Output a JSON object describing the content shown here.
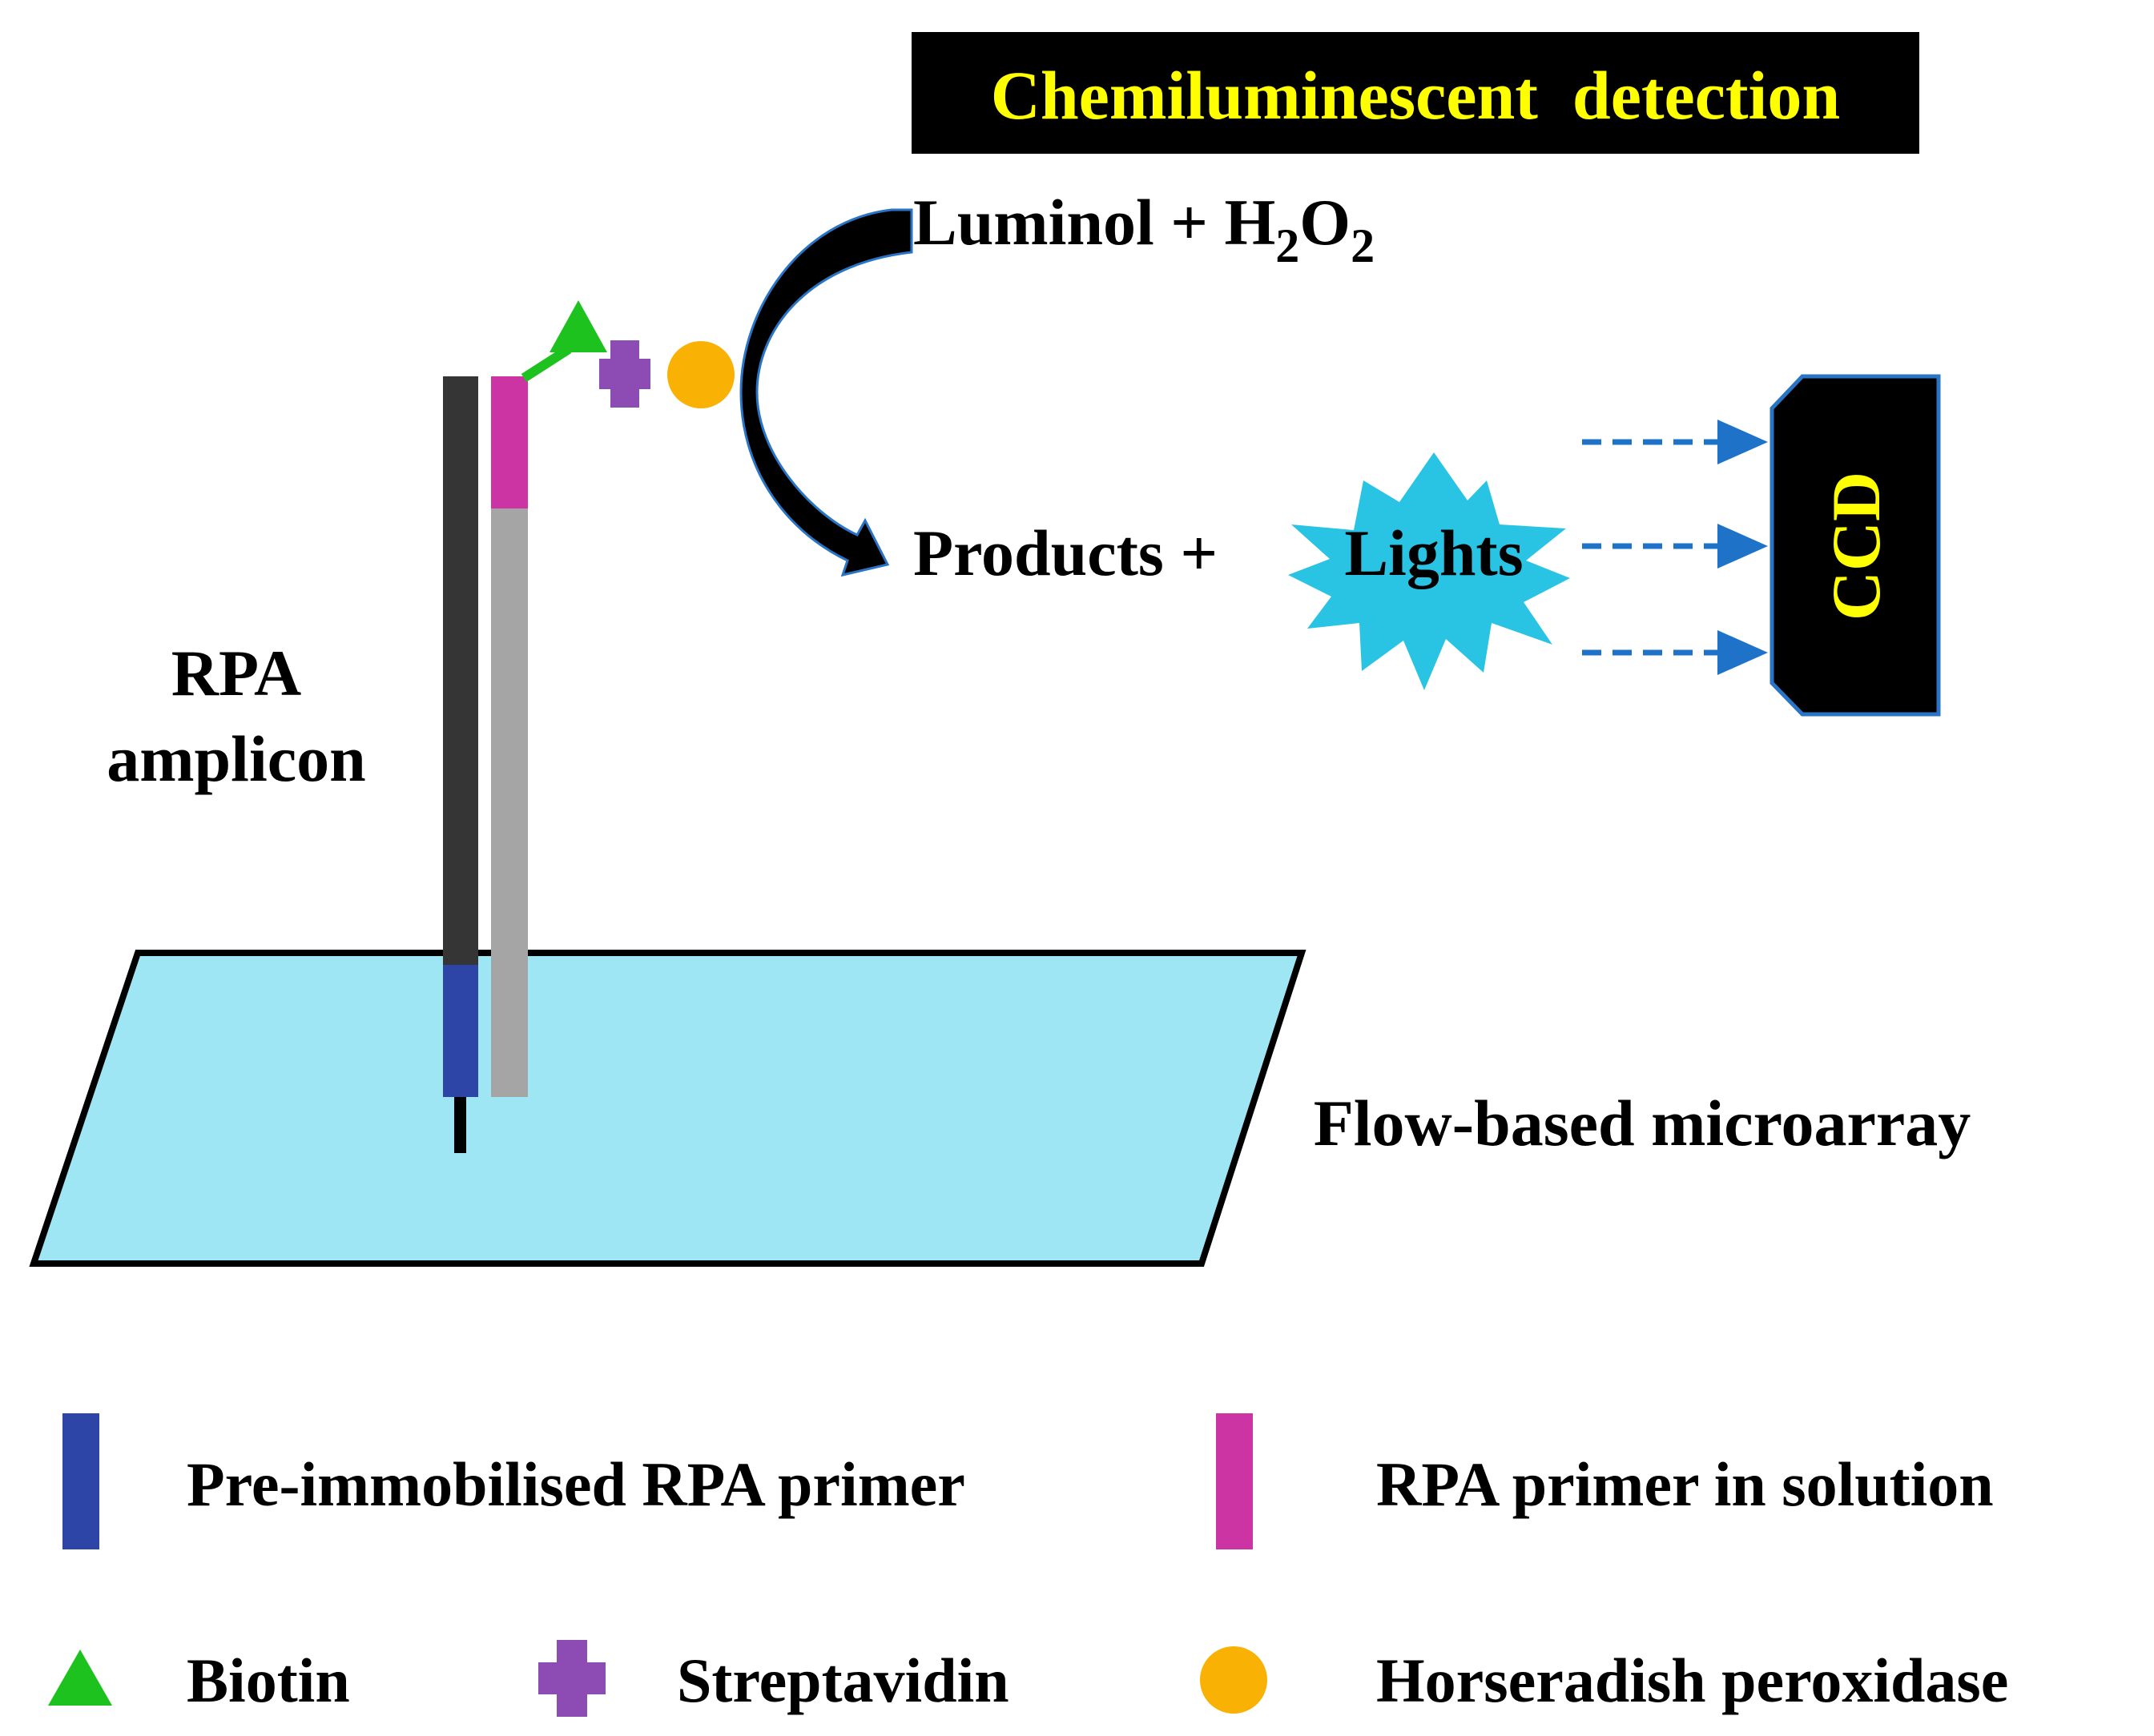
{
  "header": {
    "title": "Chemiluminescent  detection"
  },
  "reaction": {
    "reactants_prefix": "Luminol + H",
    "reactants_sub1": "2",
    "reactants_mid": "O",
    "reactants_sub2": "2",
    "products": "Products +",
    "lights": "Lights"
  },
  "detector": {
    "label": "CCD"
  },
  "labels": {
    "amplicon_line1": "RPA",
    "amplicon_line2": "amplicon",
    "microarray": "Flow-based microarray"
  },
  "legend": {
    "row1": [
      {
        "label": "Pre-immobilised RPA primer",
        "icon": "blue-bar"
      },
      {
        "label": "RPA primer in solution",
        "icon": "magenta-bar"
      }
    ],
    "row2": [
      {
        "label": "Biotin",
        "icon": "green-triangle"
      },
      {
        "label": "Streptavidin",
        "icon": "purple-cross"
      },
      {
        "label": "Horseradish peroxidase",
        "icon": "orange-circle"
      }
    ]
  },
  "colors": {
    "header_bg": "#000000",
    "header_text": "#ffff00",
    "microarray_fill": "#9ee6f4",
    "strand_dark": "#353535",
    "strand_light": "#a5a5a5",
    "immobilised_primer": "#2e45a8",
    "solution_primer": "#cc33a3",
    "biotin": "#1ec21e",
    "streptavidin": "#8d4cb3",
    "hrp": "#f9b104",
    "lights": "#29c3e3",
    "arrow_dashed": "#1e73c9",
    "ccd_body": "#000000",
    "ccd_outline": "#2a74c6",
    "ccd_text": "#ffff00"
  }
}
